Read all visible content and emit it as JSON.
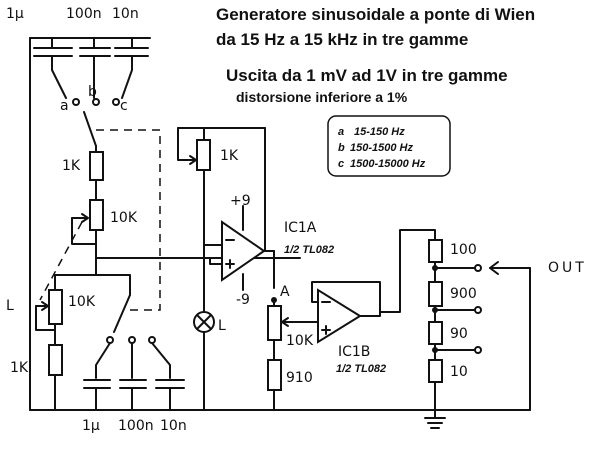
{
  "heading": {
    "line1": "Generatore sinusoidale a ponte di Wien",
    "line2": "da 15 Hz a 15 kHz in tre gamme",
    "line3": "Uscita da 1 mV ad 1V in tre gamme",
    "line4": "distorsione inferiore a 1%"
  },
  "ranges": [
    {
      "key": "a",
      "text": "15-150 Hz"
    },
    {
      "key": "b",
      "text": "150-1500 Hz"
    },
    {
      "key": "c",
      "text": "1500-15000 Hz"
    }
  ],
  "labels": {
    "cap_top_1": "1μ",
    "cap_top_2": "100n",
    "cap_top_3": "10n",
    "cap_bot_1": "1μ",
    "cap_bot_2": "100n",
    "cap_bot_3": "10n",
    "sw_a": "a",
    "sw_b": "b",
    "sw_c": "c",
    "r_1k_top": "1K",
    "pot_10k_1": "10K",
    "pot_10k_2": "10K",
    "r_1k_bottom": "1K",
    "pot_1k_feedback": "1K",
    "link_L": "L",
    "lamp_L": "L",
    "supply_pos": "+9",
    "supply_neg": "-9",
    "ic1a_name": "IC1A",
    "ic1a_part": "1/2 TL082",
    "ic1b_name": "IC1B",
    "ic1b_part": "1/2 TL082",
    "node_A": "A",
    "pot_10k_out": "10K",
    "r_910": "910",
    "r_100": "100",
    "r_900": "900",
    "r_90": "90",
    "r_10": "10",
    "out_label": "OUT"
  }
}
